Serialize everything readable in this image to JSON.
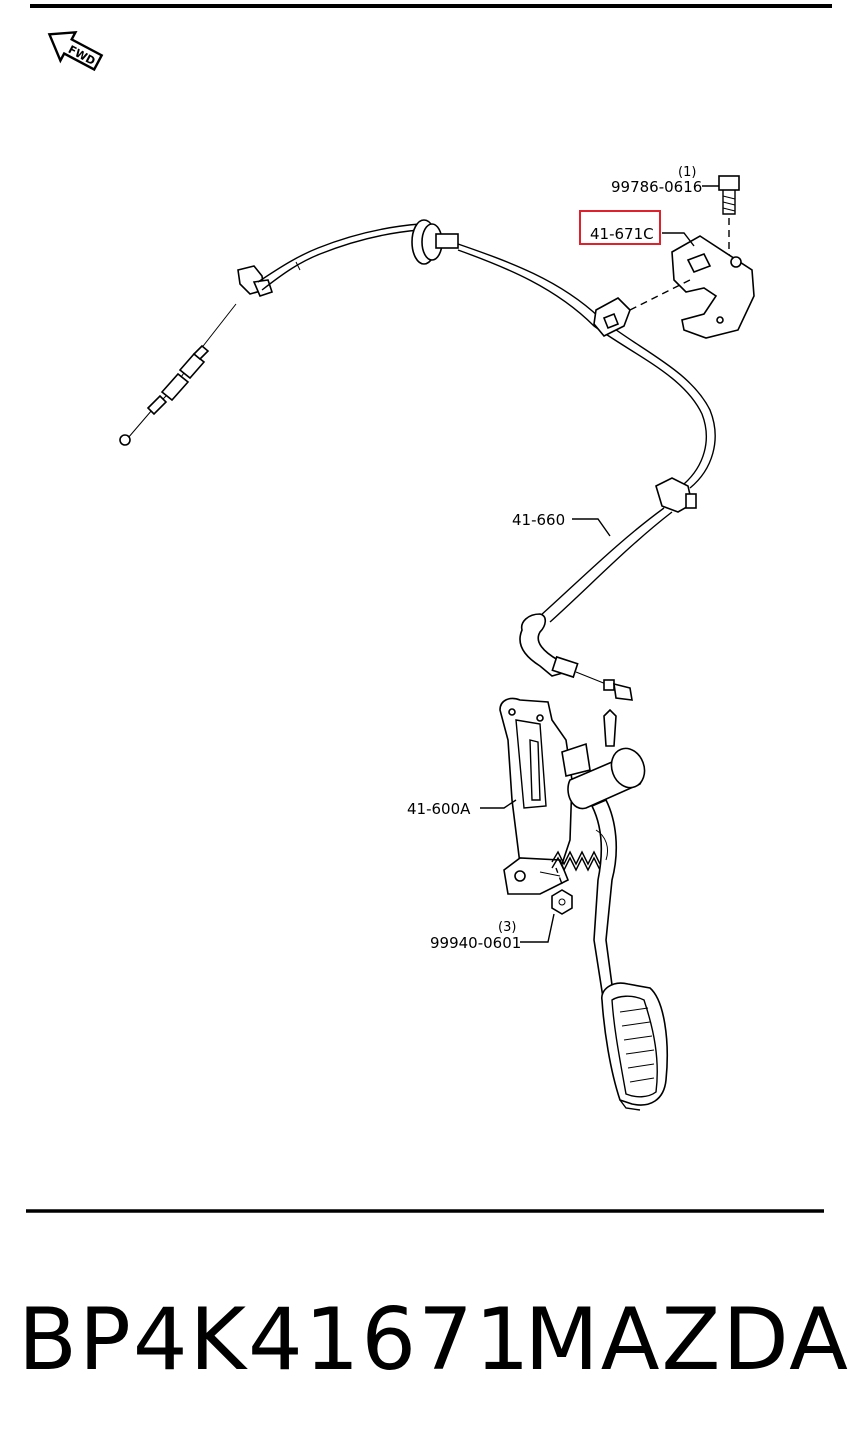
{
  "diagram": {
    "fwd_label": "FWD",
    "callouts": {
      "bolt_qty": "(1)",
      "bolt_part": "99786-0616",
      "bracket_part": "41-671C",
      "cable_part": "41-660",
      "pedal_part": "41-600A",
      "nut_qty": "(3)",
      "nut_part": "99940-0601"
    },
    "highlight_color": "#e0202a"
  },
  "caption": {
    "part_number": "BP4K41671",
    "brand": "MAZDA"
  }
}
